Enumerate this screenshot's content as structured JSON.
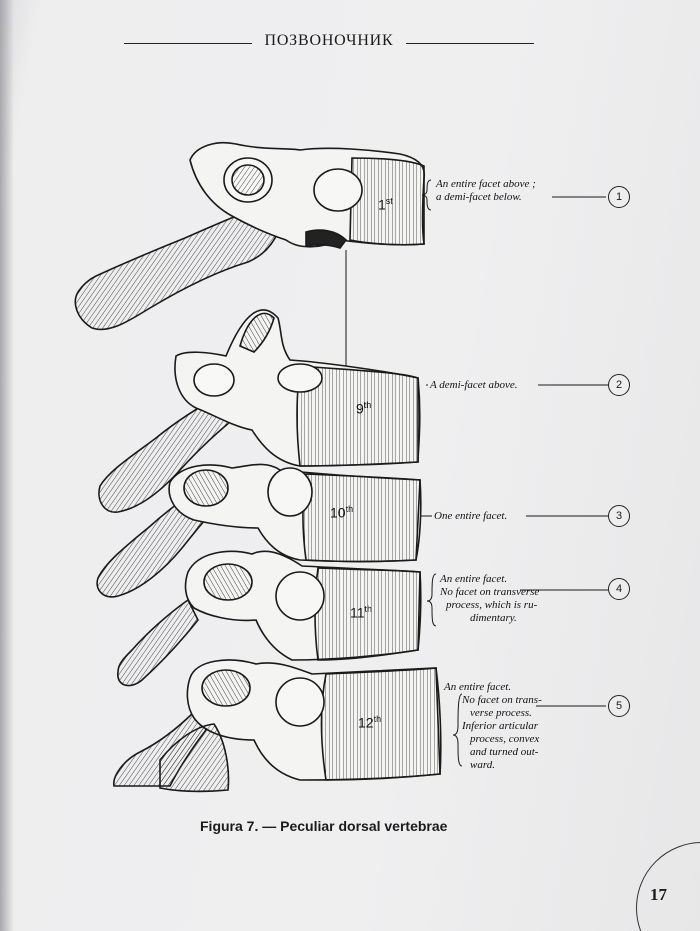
{
  "header": {
    "title": "ПОЗВОНОЧНИК"
  },
  "figure": {
    "vertebrae": [
      {
        "number": "1",
        "suffix": "st"
      },
      {
        "number": "9",
        "suffix": "th"
      },
      {
        "number": "10",
        "suffix": "th"
      },
      {
        "number": "11",
        "suffix": "th"
      },
      {
        "number": "12",
        "suffix": "th"
      }
    ],
    "annotations": [
      {
        "id": "1",
        "lines": [
          "An entire facet above ;",
          "a demi-facet below."
        ]
      },
      {
        "id": "2",
        "lines": [
          "A demi-facet above."
        ]
      },
      {
        "id": "3",
        "lines": [
          "One entire facet."
        ]
      },
      {
        "id": "4",
        "lines": [
          "An entire facet.",
          "No facet on transverse",
          "process, which is ru-",
          "dimentary."
        ]
      },
      {
        "id": "5",
        "lines": [
          "An entire facet.",
          "No facet on trans-",
          "verse process.",
          "Inferior articular",
          "process,  convex",
          "and turned out-",
          "ward."
        ]
      }
    ],
    "caption": "Figura 7. — Peculiar dorsal vertebrae"
  },
  "page_number": "17",
  "colors": {
    "paper": "#eeeeef",
    "ink": "#1b1b1b",
    "bone_fill": "#f4f4f2"
  }
}
